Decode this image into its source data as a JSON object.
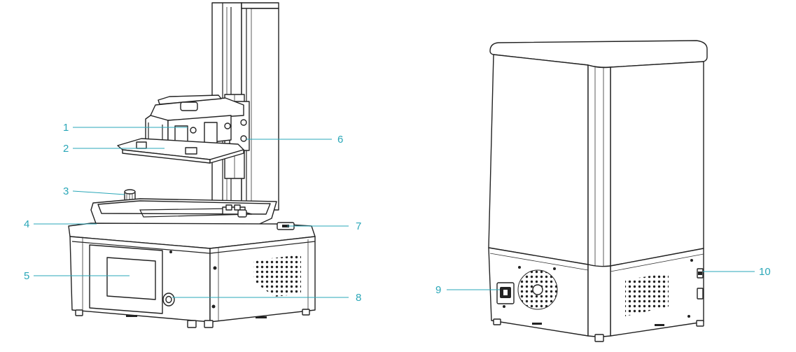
{
  "diagram": {
    "front_view": {
      "callouts": [
        {
          "id": "1",
          "label": "1"
        },
        {
          "id": "2",
          "label": "2"
        },
        {
          "id": "3",
          "label": "3"
        },
        {
          "id": "4",
          "label": "4"
        },
        {
          "id": "5",
          "label": "5"
        },
        {
          "id": "6",
          "label": "6"
        },
        {
          "id": "7",
          "label": "7"
        },
        {
          "id": "8",
          "label": "8"
        }
      ]
    },
    "rear_view": {
      "callouts": [
        {
          "id": "9",
          "label": "9"
        },
        {
          "id": "10",
          "label": "10"
        }
      ]
    },
    "colors": {
      "callout": "#2aa7b8",
      "line_art": "#222222",
      "background": "#ffffff"
    }
  }
}
